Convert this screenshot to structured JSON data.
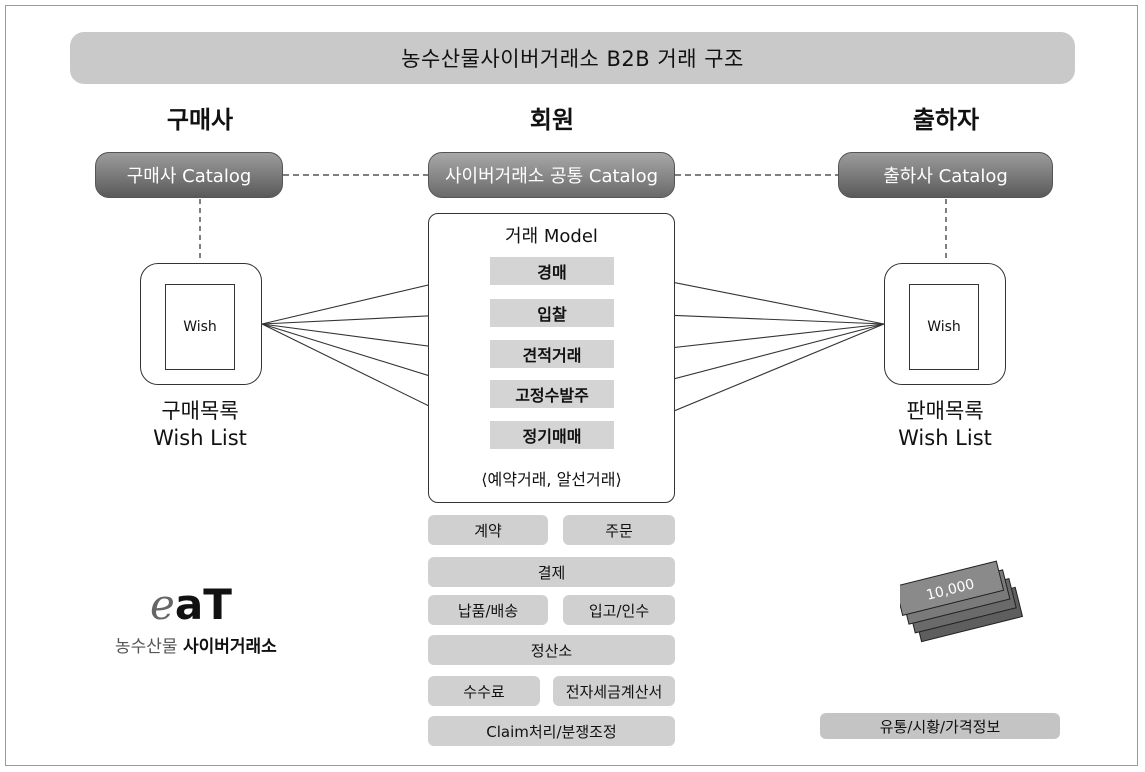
{
  "banner": {
    "title": "농수산물사이버거래소 B2B 거래 구조"
  },
  "columns": {
    "buyer": "구매사",
    "member": "회원",
    "shipper": "출하자"
  },
  "catalogs": {
    "buyer": "구매사 Catalog",
    "common": "사이버거래소 공통 Catalog",
    "shipper": "출하사 Catalog"
  },
  "wish": {
    "book_text": "Wish",
    "buyer_label_1": "구매목록",
    "buyer_label_2": "Wish List",
    "seller_label_1": "판매목록",
    "seller_label_2": "Wish List"
  },
  "model": {
    "title": "거래 Model",
    "items": [
      "경매",
      "입찰",
      "견적거래",
      "고정수발주",
      "정기매매"
    ],
    "footer": "⟨예약거래, 알선거래⟩"
  },
  "process": {
    "contract": "계약",
    "order": "주문",
    "payment": "결제",
    "delivery": "납품/배송",
    "receiving": "입고/인수",
    "settlement": "정산소",
    "fee": "수수료",
    "invoice": "전자세금계산서",
    "claim": "Claim처리/분쟁조정"
  },
  "logo": {
    "mark": "eaT",
    "text_plain": "농수산물",
    "text_bold": "사이버거래소"
  },
  "money": {
    "note_value": "10,000"
  },
  "price_info": "유통/시황/가격정보"
}
